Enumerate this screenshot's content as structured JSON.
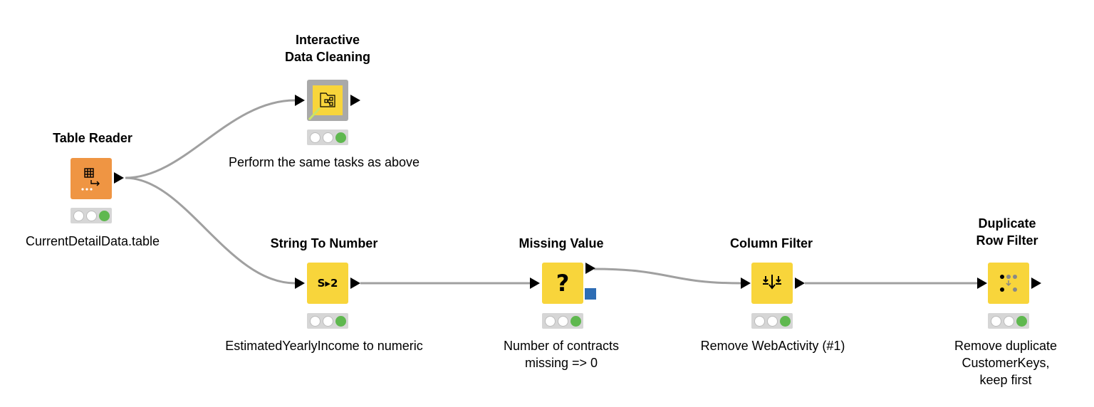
{
  "workflow": {
    "nodes": [
      {
        "title": "Table Reader",
        "annotation": "CurrentDetailData.table",
        "icon": "table-reader-icon",
        "color": "#ef9543",
        "status": [
          "idle",
          "idle",
          "executed"
        ]
      },
      {
        "title": "Interactive\nData Cleaning",
        "annotation": "Perform the same tasks as above",
        "icon": "component-icon",
        "color": "#f8d53b",
        "status": [
          "idle",
          "idle",
          "executed"
        ]
      },
      {
        "title": "String To Number",
        "annotation": "EstimatedYearlyIncome to numeric",
        "icon_text": "S▸2",
        "icon": "string-to-number-icon",
        "color": "#f8d53b",
        "status": [
          "idle",
          "idle",
          "executed"
        ]
      },
      {
        "title": "Missing Value",
        "annotation": "Number of contracts\nmissing => 0",
        "icon_text": "?",
        "icon": "question-mark-icon",
        "color": "#f8d53b",
        "status": [
          "idle",
          "idle",
          "executed"
        ]
      },
      {
        "title": "Column Filter",
        "annotation": "Remove WebActivity (#1)",
        "icon": "column-filter-icon",
        "color": "#f8d53b",
        "status": [
          "idle",
          "idle",
          "executed"
        ]
      },
      {
        "title": "Duplicate\nRow Filter",
        "annotation": "Remove duplicate\nCustomerKeys,\nkeep first",
        "icon": "duplicate-row-filter-icon",
        "color": "#f8d53b",
        "status": [
          "idle",
          "idle",
          "executed"
        ]
      }
    ],
    "connections": [
      {
        "from": "Table Reader",
        "to": "Interactive Data Cleaning"
      },
      {
        "from": "Table Reader",
        "to": "String To Number"
      },
      {
        "from": "String To Number",
        "to": "Missing Value"
      },
      {
        "from": "Missing Value",
        "to": "Column Filter"
      },
      {
        "from": "Column Filter",
        "to": "Duplicate Row Filter"
      }
    ],
    "colors": {
      "connection": "#a0a0a0",
      "port": "#000000",
      "flow_variable_port": "#2e6db4",
      "status_green": "#5fb84f",
      "status_bar": "#d6d6d6"
    }
  }
}
